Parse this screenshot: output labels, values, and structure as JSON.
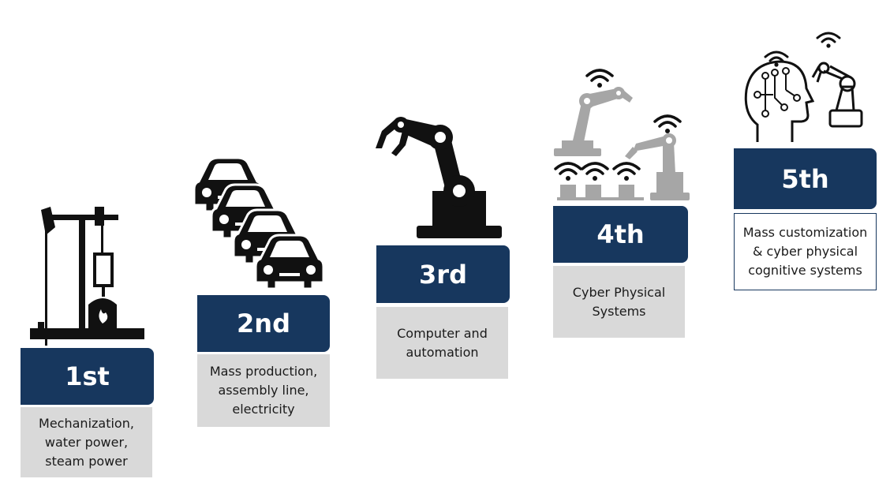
{
  "colors": {
    "navy": "#17375e",
    "description_background": "#d9d9d9",
    "icon_dark": "#111111",
    "icon_gray": "#a6a6a6"
  },
  "stages": [
    {
      "label": "1st",
      "description": "Mechanization, water power, steam power",
      "icon": "steam-engine-icon"
    },
    {
      "label": "2nd",
      "description": "Mass production, assembly line, electricity",
      "icon": "car-assembly-line-icon"
    },
    {
      "label": "3rd",
      "description": "Computer and automation",
      "icon": "robot-arm-icon"
    },
    {
      "label": "4th",
      "description": "Cyber Physical Systems",
      "icon": "connected-robots-icon"
    },
    {
      "label": "5th",
      "description": "Mass customization & cyber physical cognitive systems",
      "icon": "ai-brain-and-robot-icon"
    }
  ]
}
